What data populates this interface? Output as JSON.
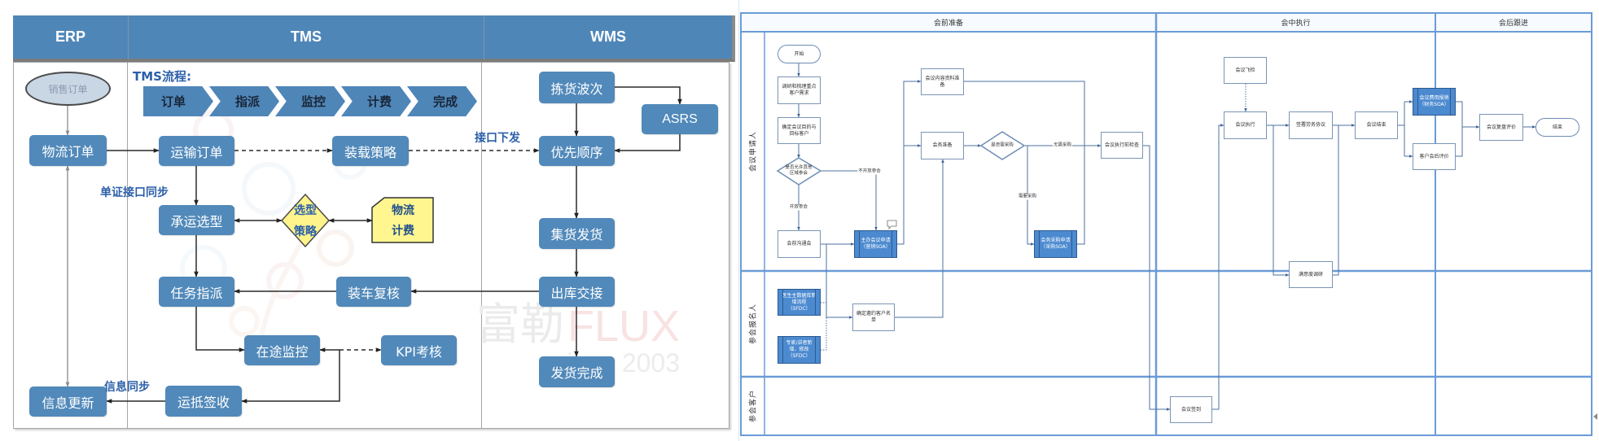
{
  "left_diagram": {
    "headers": {
      "erp": "ERP",
      "tms": "TMS",
      "wms": "WMS"
    },
    "tms_flow": {
      "title": "TMS流程:",
      "steps": [
        "订单",
        "指派",
        "监控",
        "计费",
        "完成"
      ]
    },
    "erp_nodes": {
      "sales_order": "销售订单",
      "logistics_order": "物流订单",
      "info_update": "信息更新"
    },
    "tms_nodes": {
      "transport_order": "运输订单",
      "loading_strategy": "装载策略",
      "carrier_selection": "承运选型",
      "selection_strategy": [
        "选型",
        "策略"
      ],
      "logistics_billing": [
        "物流",
        "计费"
      ],
      "task_dispatch": "任务指派",
      "loading_recheck": "装车复核",
      "in_transit_monitoring": "在途监控",
      "kpi_assessment": "KPI考核",
      "arrival_signoff": "运抵签收"
    },
    "wms_nodes": {
      "picking_wave": "拣货波次",
      "asrs": "ASRS",
      "priority_sequence": "优先顺序",
      "consolidate_ship": "集货发货",
      "outbound_handover": "出库交接",
      "shipment_complete": "发货完成"
    },
    "annotations": {
      "document_interface_sync": "单证接口同步",
      "interface_dispatch": "接口下发",
      "info_sync": "信息同步"
    },
    "watermark": {
      "brand_cn": "富勒",
      "brand_en": "FLUX",
      "since": "since 2003"
    }
  },
  "right_diagram": {
    "phases": [
      "会前准备",
      "会中执行",
      "会后跟进"
    ],
    "lanes": [
      "会议申请人",
      "参会报名人",
      "参会客户"
    ],
    "nodes": {
      "start": "开始",
      "research_needs": "调研和梳理重点客户需求",
      "define_goals": "确定会议目的与目标客户",
      "allow_other_regions": [
        "是否允许其他",
        "区域参会"
      ],
      "pre_meeting_call": "会前沟通会",
      "host_meeting_request": {
        "title": "主办会议申请",
        "system": "（营销SOA）"
      },
      "content_prep": "会议内容资料准备",
      "logistics_prep": "会务准备",
      "need_purchase": "是否需采购",
      "pre_execution_check": "会议执行前检查",
      "purchase_request": {
        "title": "会务采购申请",
        "system": "（采购SOA）"
      },
      "doctor_master_data": {
        "title": "医生主数据库新增流程",
        "system": "（SFDC）"
      },
      "speaker_update": {
        "title": "专家/讲者新增、修改",
        "system": "（SFDC）"
      },
      "confirm_invite_list": "确定邀约客户名单",
      "check_in": "会议签到",
      "spot_check": "会议飞检",
      "execution": "会议执行",
      "sign_service_agreement": "签署劳务协议",
      "satisfaction_survey": "满意度调研",
      "meeting_end": "会议结束",
      "expense_reimbursement": {
        "title": "会议费用报销",
        "system": "（财务SOA）"
      },
      "customer_evaluation": "客户会后评价",
      "review": "会议复盘评价",
      "end": "结束"
    },
    "edge_labels": {
      "not_open": "不开放参会",
      "open": "开放参会",
      "no_purchase": "无需采购",
      "need_purchase": "需要采购"
    }
  },
  "colors": {
    "header_blue": "#4f86b8",
    "process_box_blue": "#5189ba",
    "decision_yellow": "#fff48c",
    "annotation_blue": "#2b5fa9",
    "swimlane_border": "#6b9bd7",
    "system_process_blue": "#4c8ad0"
  }
}
